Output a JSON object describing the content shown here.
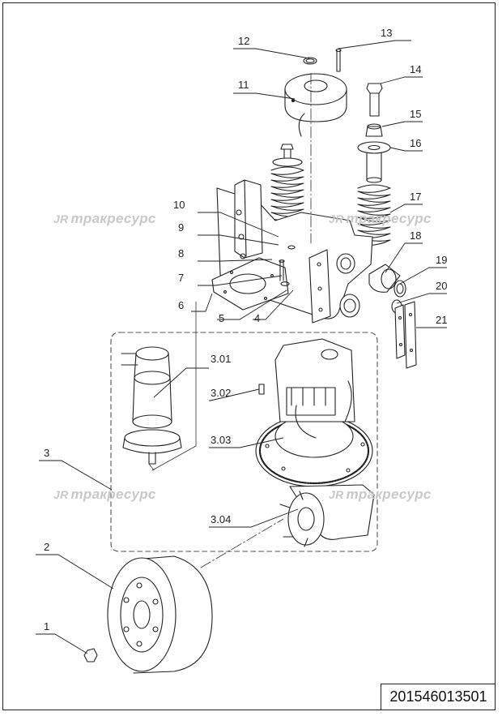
{
  "watermarks": [
    {
      "logo": "JR",
      "text": "тракресурс"
    },
    {
      "logo": "JR",
      "text": "тракресурс"
    },
    {
      "logo": "JR",
      "text": "тракресурс"
    },
    {
      "logo": "JR",
      "text": "тракресурс"
    }
  ],
  "callouts": {
    "c1": "1",
    "c2": "2",
    "c3": "3",
    "c4": "4",
    "c5": "5",
    "c6": "6",
    "c7": "7",
    "c8": "8",
    "c9": "9",
    "c10": "10",
    "c11": "11",
    "c12": "12",
    "c13": "13",
    "c14": "14",
    "c15": "15",
    "c16": "16",
    "c17": "17",
    "c18": "18",
    "c19": "19",
    "c20": "20",
    "c21": "21",
    "c301": "3.01",
    "c302": "3.02",
    "c303": "3.03",
    "c304": "3.04"
  },
  "document_number": "201546013501"
}
